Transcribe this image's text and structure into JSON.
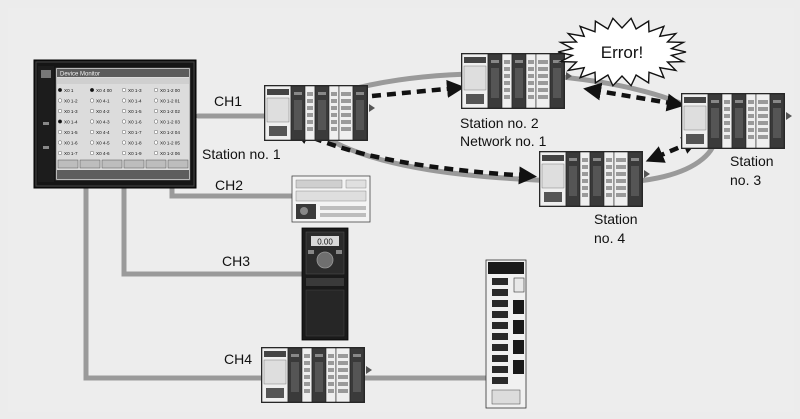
{
  "channels": [
    {
      "label": "CH1"
    },
    {
      "label": "CH2"
    },
    {
      "label": "CH3"
    },
    {
      "label": "CH4"
    }
  ],
  "stations": {
    "s1": [
      "Station no. 1"
    ],
    "s2": [
      "Station no. 2",
      "Network no. 1"
    ],
    "s3": [
      "Station",
      "no. 3"
    ],
    "s4": [
      "Station",
      "no. 4"
    ]
  },
  "error_label": "Error!",
  "hmi": {
    "title": "Device Monitor",
    "rows": [
      {
        "col1": "X0 1",
        "col2": "X0 4 00",
        "col3": "X0 1-3",
        "col4": "X0 1-2 00"
      },
      {
        "col1": "X0 1-2",
        "col2": "X0 4-1",
        "col3": "X0 1-4",
        "col4": "X0 1-2 01"
      },
      {
        "col1": "X0 1-3",
        "col2": "X0 4-2",
        "col3": "X0 1-5",
        "col4": "X0 1-2 02"
      },
      {
        "col1": "X0 1-4",
        "col2": "X0 4-3",
        "col3": "X0 1-6",
        "col4": "X0 1-2 03"
      },
      {
        "col1": "X0 1-5",
        "col2": "X0 4-4",
        "col3": "X0 1-7",
        "col4": "X0 1-2 04"
      },
      {
        "col1": "X0 1-6",
        "col2": "X0 4-5",
        "col3": "X0 1-8",
        "col4": "X0 1-2 05"
      },
      {
        "col1": "X0 1-7",
        "col2": "X0 4-6",
        "col3": "X0 1-9",
        "col4": "X0 1-2 06"
      }
    ],
    "soft_keys": [
      "",
      "",
      "",
      "",
      "",
      ""
    ]
  },
  "inverter_display": "0.00",
  "colors": {
    "network_line": "#999999",
    "error_arrow": "#111111",
    "background": "#ececec",
    "hmi_frame": "#151515",
    "hmi_screen": "#dcdcdc",
    "module_dark": "#3a3a3a",
    "module_light": "#f0f0f0"
  }
}
